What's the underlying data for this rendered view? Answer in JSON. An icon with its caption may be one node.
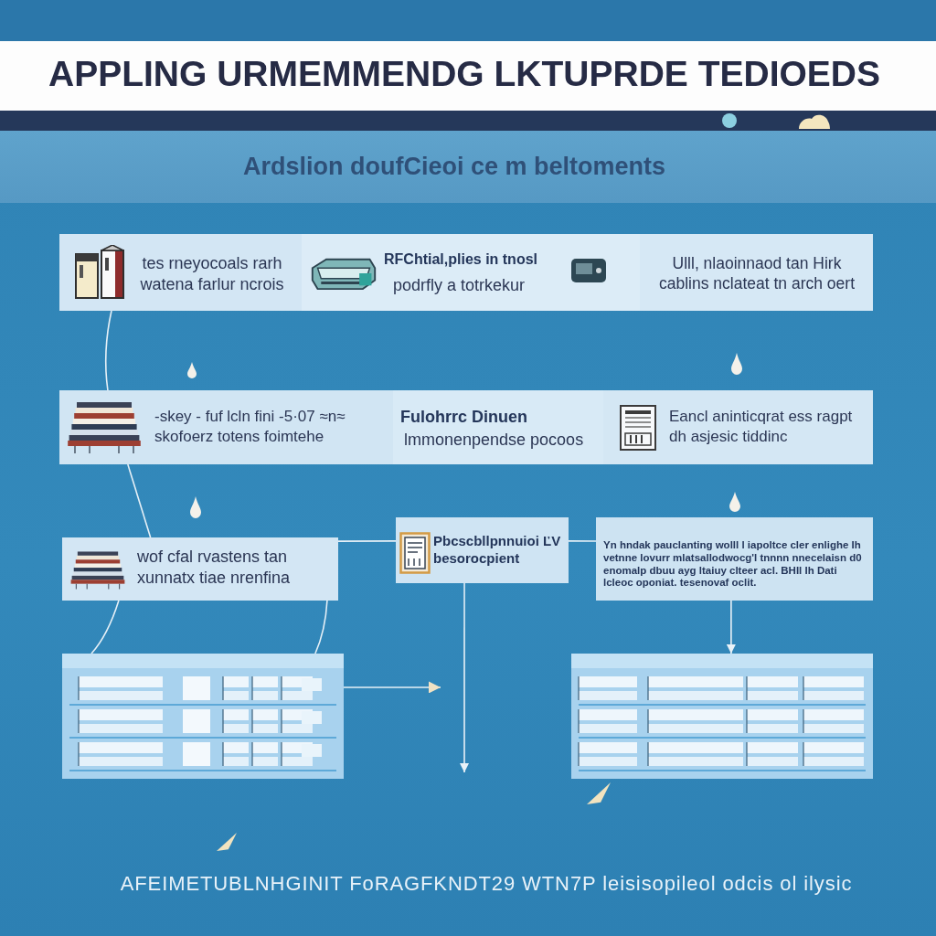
{
  "diagram": {
    "title": "APPLING URMEMMENDG LKTUPRDE TEDIOEDS",
    "caption": "AFEIMETUBLNHGINIT FoRAGFKNDT29 WTN7P leisisopileol odcis ol ilysic",
    "nodes": [
      {
        "text": [
          "tes rneyocoals rarh watena farlur ncrois"
        ]
      },
      {
        "text": [
          "RFChtial,plies in tnosl",
          "podrfly a totrkekur"
        ]
      },
      {
        "text": [
          "Ulll, nlaoinnaod tan Hirk cablins nclateat tn arch oert"
        ]
      },
      {
        "text": [
          "-skey - fuf lcln fini -5·07 ≈n≈ skofoerz totens foimtehe"
        ]
      },
      {
        "text": [
          "Fulohrrc Dinuen",
          "lmmonenpendse pocoos"
        ]
      },
      {
        "text": [
          "Eancl aninticqrat ess ragpt dh asjesic tiddinc"
        ]
      },
      {
        "text": [
          "wof cfal rvastens tan xunnatx tiae nrenfina"
        ]
      },
      {
        "text": [
          "Pbcscbllpnnuioi ĽV besorocpient"
        ]
      },
      {
        "text": [
          "Yn hndak pauclanting wolll l iapoltce cler enlighe Ih vetnne lovurr mlatsallodwocg'l tnnnn nnecelaisn d0 enomalp dbuu ayg ltaiuy clteer acl. BHIl Ih Dati lcleoc oponiat. tesenovaf oclit."
        ]
      },
      {
        "text": [],
        "shape": "table"
      },
      {
        "text": [],
        "shape": "table"
      }
    ],
    "edges": [
      {
        "from": 0,
        "to": 3,
        "arrow": "none"
      },
      {
        "from": 3,
        "to": 6,
        "arrow": "none"
      },
      {
        "from": 6,
        "to": 9,
        "arrow": "none"
      },
      {
        "from": 6,
        "to": 9,
        "arrow": "none"
      },
      {
        "from": 6,
        "to": 7,
        "arrow": "none"
      },
      {
        "from": 7,
        "to": 8,
        "arrow": "none"
      },
      {
        "from": 7,
        "to": null,
        "arrow": "to"
      },
      {
        "from": 9,
        "to": null,
        "arrow": "to"
      },
      {
        "from": 8,
        "to": 10,
        "arrow": "to"
      }
    ],
    "labels": [
      "Ardslion doufCieoi ce m beltoments"
    ]
  }
}
